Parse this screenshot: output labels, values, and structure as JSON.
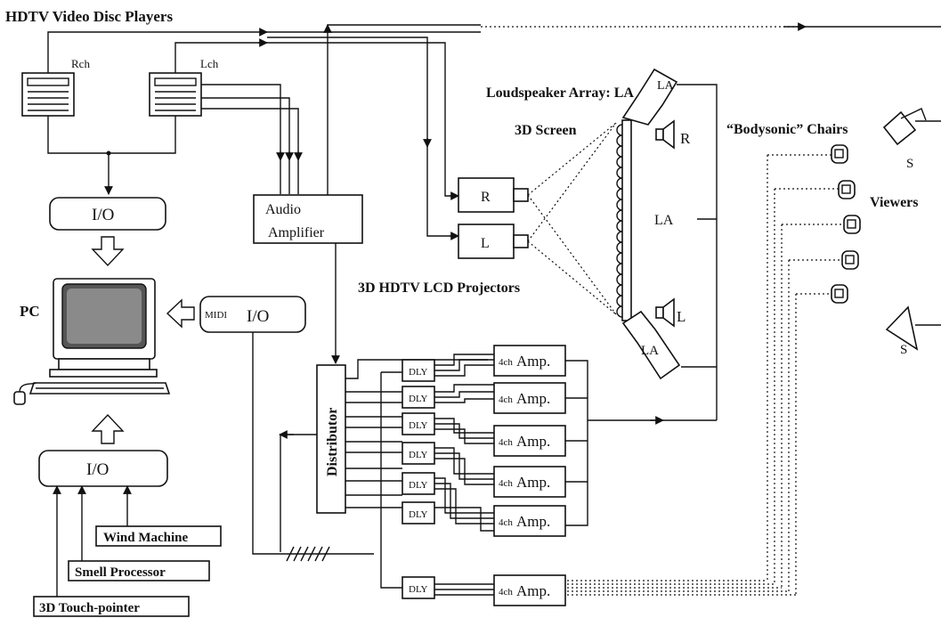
{
  "labels": {
    "title": "HDTV Video Disc Players",
    "rch": "Rch",
    "lch": "Lch",
    "io_top": "I/O",
    "pc": "PC",
    "midi": "MIDI",
    "io_midi": "I/O",
    "io_bottom": "I/O",
    "wind": "Wind Machine",
    "smell": "Smell Processor",
    "touch": "3D Touch-pointer",
    "audio_amp_1": "Audio",
    "audio_amp_2": "Amplifier",
    "distributor": "Distributor",
    "proj_r": "R",
    "proj_l": "L",
    "projectors": "3D HDTV LCD Projectors",
    "loudspeaker_array": "Loudspeaker Array: LA",
    "screen": "3D Screen",
    "spk_r": "R",
    "spk_l": "L",
    "la_mid": "LA",
    "la_bottom": "LA",
    "chairs": "“Bodysonic” Chairs",
    "viewers": "Viewers",
    "s_top": "S",
    "s_bottom": "S",
    "dly": "DLY",
    "amp_prefix": "4ch",
    "amp_main": "Amp."
  }
}
